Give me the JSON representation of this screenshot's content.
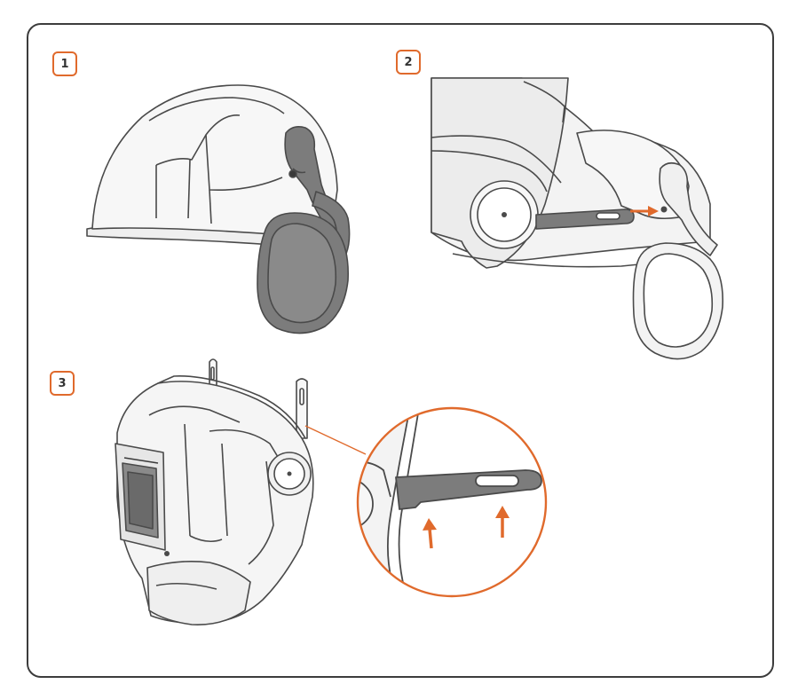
{
  "steps": [
    {
      "label": "1"
    },
    {
      "label": "2"
    },
    {
      "label": "3"
    }
  ],
  "colors": {
    "accent": "#e06a2c",
    "outline": "#4a4a4a",
    "dark_fill": "#7c7c7c",
    "panel_fill": "#f2f2f2"
  },
  "icons": [
    "arrow-right-icon",
    "arrow-up-icon"
  ]
}
